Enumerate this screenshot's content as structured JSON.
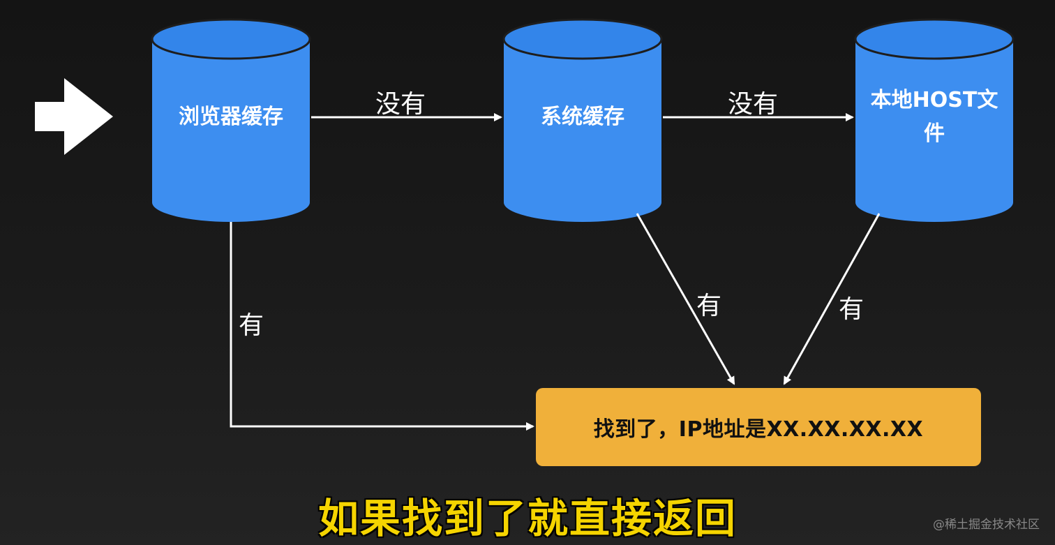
{
  "colors": {
    "cylinder": "#3d8ef0",
    "cylinder_top": "#3385ea",
    "arrow": "#ffffff",
    "result_box": "#f0b03a",
    "subtitle": "#f5d400"
  },
  "nodes": {
    "browser_cache": "浏览器缓存",
    "system_cache": "系统缓存",
    "host_file_line1": "本地HOST文",
    "host_file_line2": "件",
    "result": "找到了，IP地址是XX.XX.XX.XX"
  },
  "edges": {
    "browser_to_system": "没有",
    "system_to_host": "没有",
    "browser_to_result": "有",
    "system_to_result": "有",
    "host_to_result": "有"
  },
  "subtitle": "如果找到了就直接返回",
  "watermark": "@稀土掘金技术社区",
  "icons": {
    "entry": "entry-arrow-icon"
  }
}
